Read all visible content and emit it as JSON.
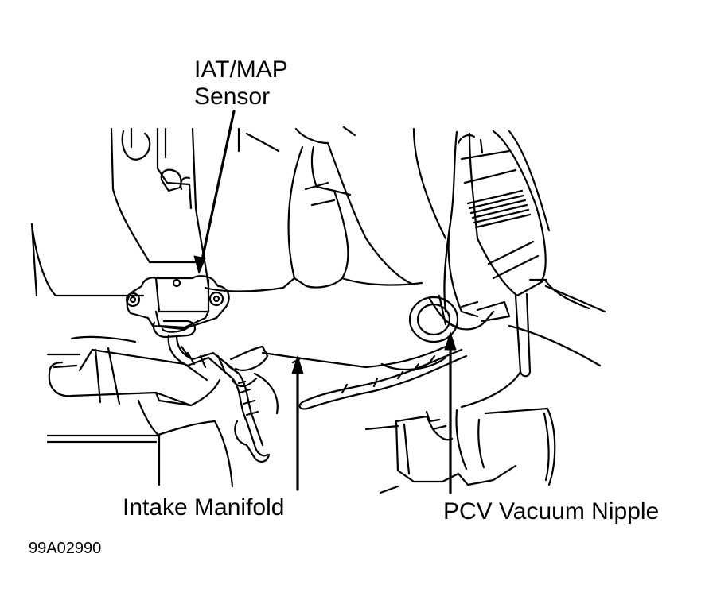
{
  "labels": {
    "iat_map_sensor_line1": "IAT/MAP",
    "iat_map_sensor_line2": "Sensor",
    "intake_manifold": "Intake Manifold",
    "pcv_vacuum_nipple": "PCV Vacuum Nipple"
  },
  "figure_id": "99A02990",
  "colors": {
    "line": "#000000",
    "background": "#ffffff"
  }
}
